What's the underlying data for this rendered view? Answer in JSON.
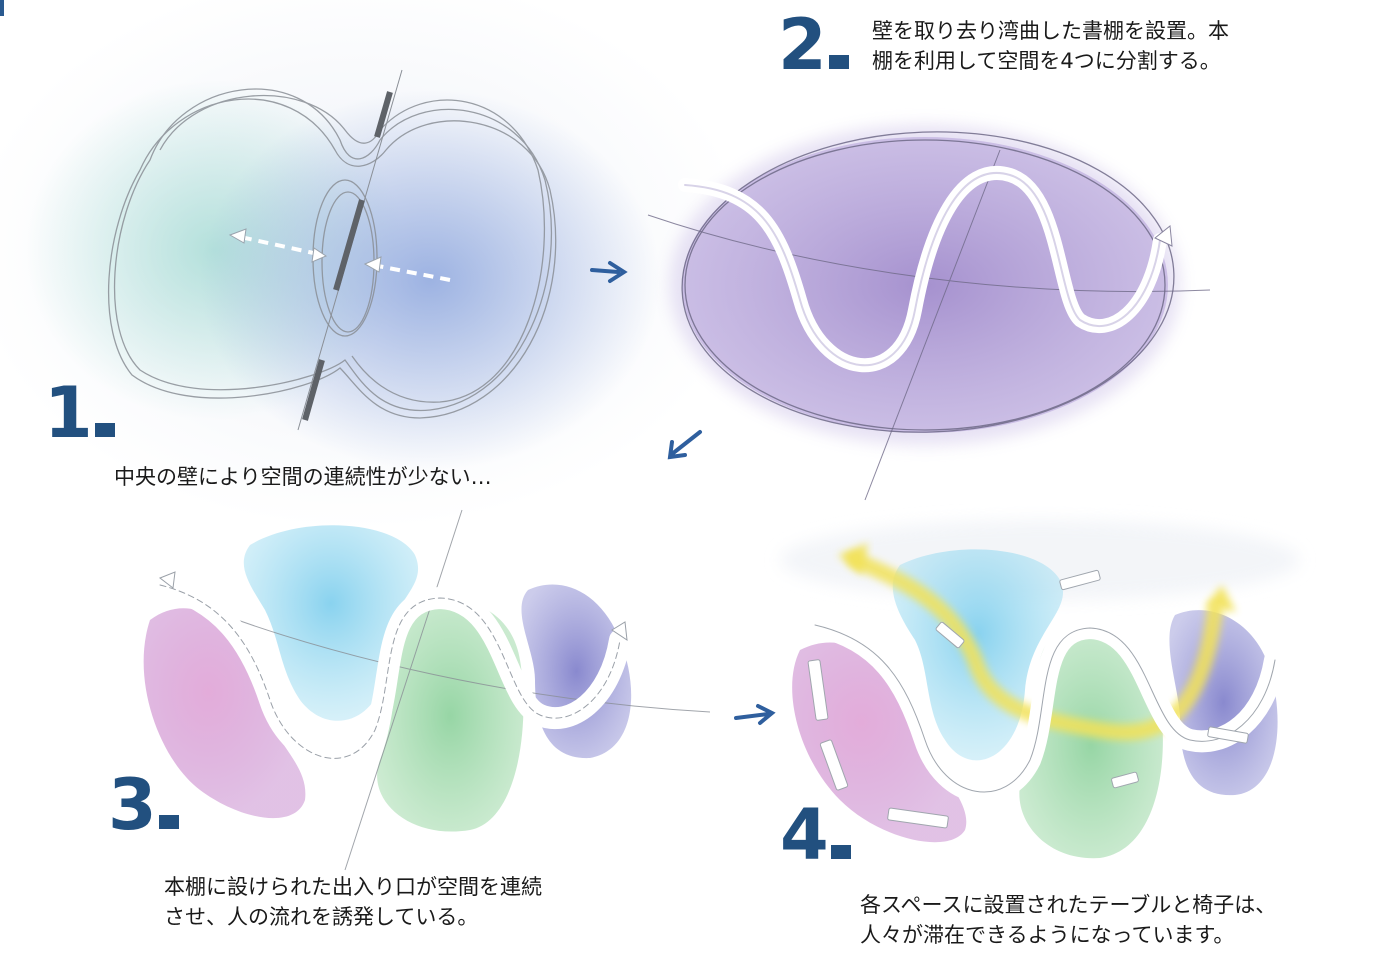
{
  "steps": [
    {
      "number": "1",
      "caption_lines": [
        "中央の壁により空間の連続性が少ない…"
      ]
    },
    {
      "number": "2",
      "caption_lines": [
        "壁を取り去り湾曲した書棚を設置。本",
        "棚を利用して空間を4つに分割する。"
      ]
    },
    {
      "number": "3",
      "caption_lines": [
        "本棚に設けられた出入り口が空間を連続",
        "させ、人の流れを誘発している。"
      ]
    },
    {
      "number": "4",
      "caption_lines": [
        "各スペースに設置されたテーブルと椅子は、",
        "人々が滞在できるようになっています。"
      ]
    }
  ],
  "colors": {
    "number": "#22507f",
    "arrow": "#2f5f9e",
    "pink": "#d48ac8",
    "cyan": "#7fcbea",
    "green": "#8fcf9c",
    "violet": "#8f88cf",
    "purple_room": "#a792cf",
    "flow": "#f2e25a"
  }
}
